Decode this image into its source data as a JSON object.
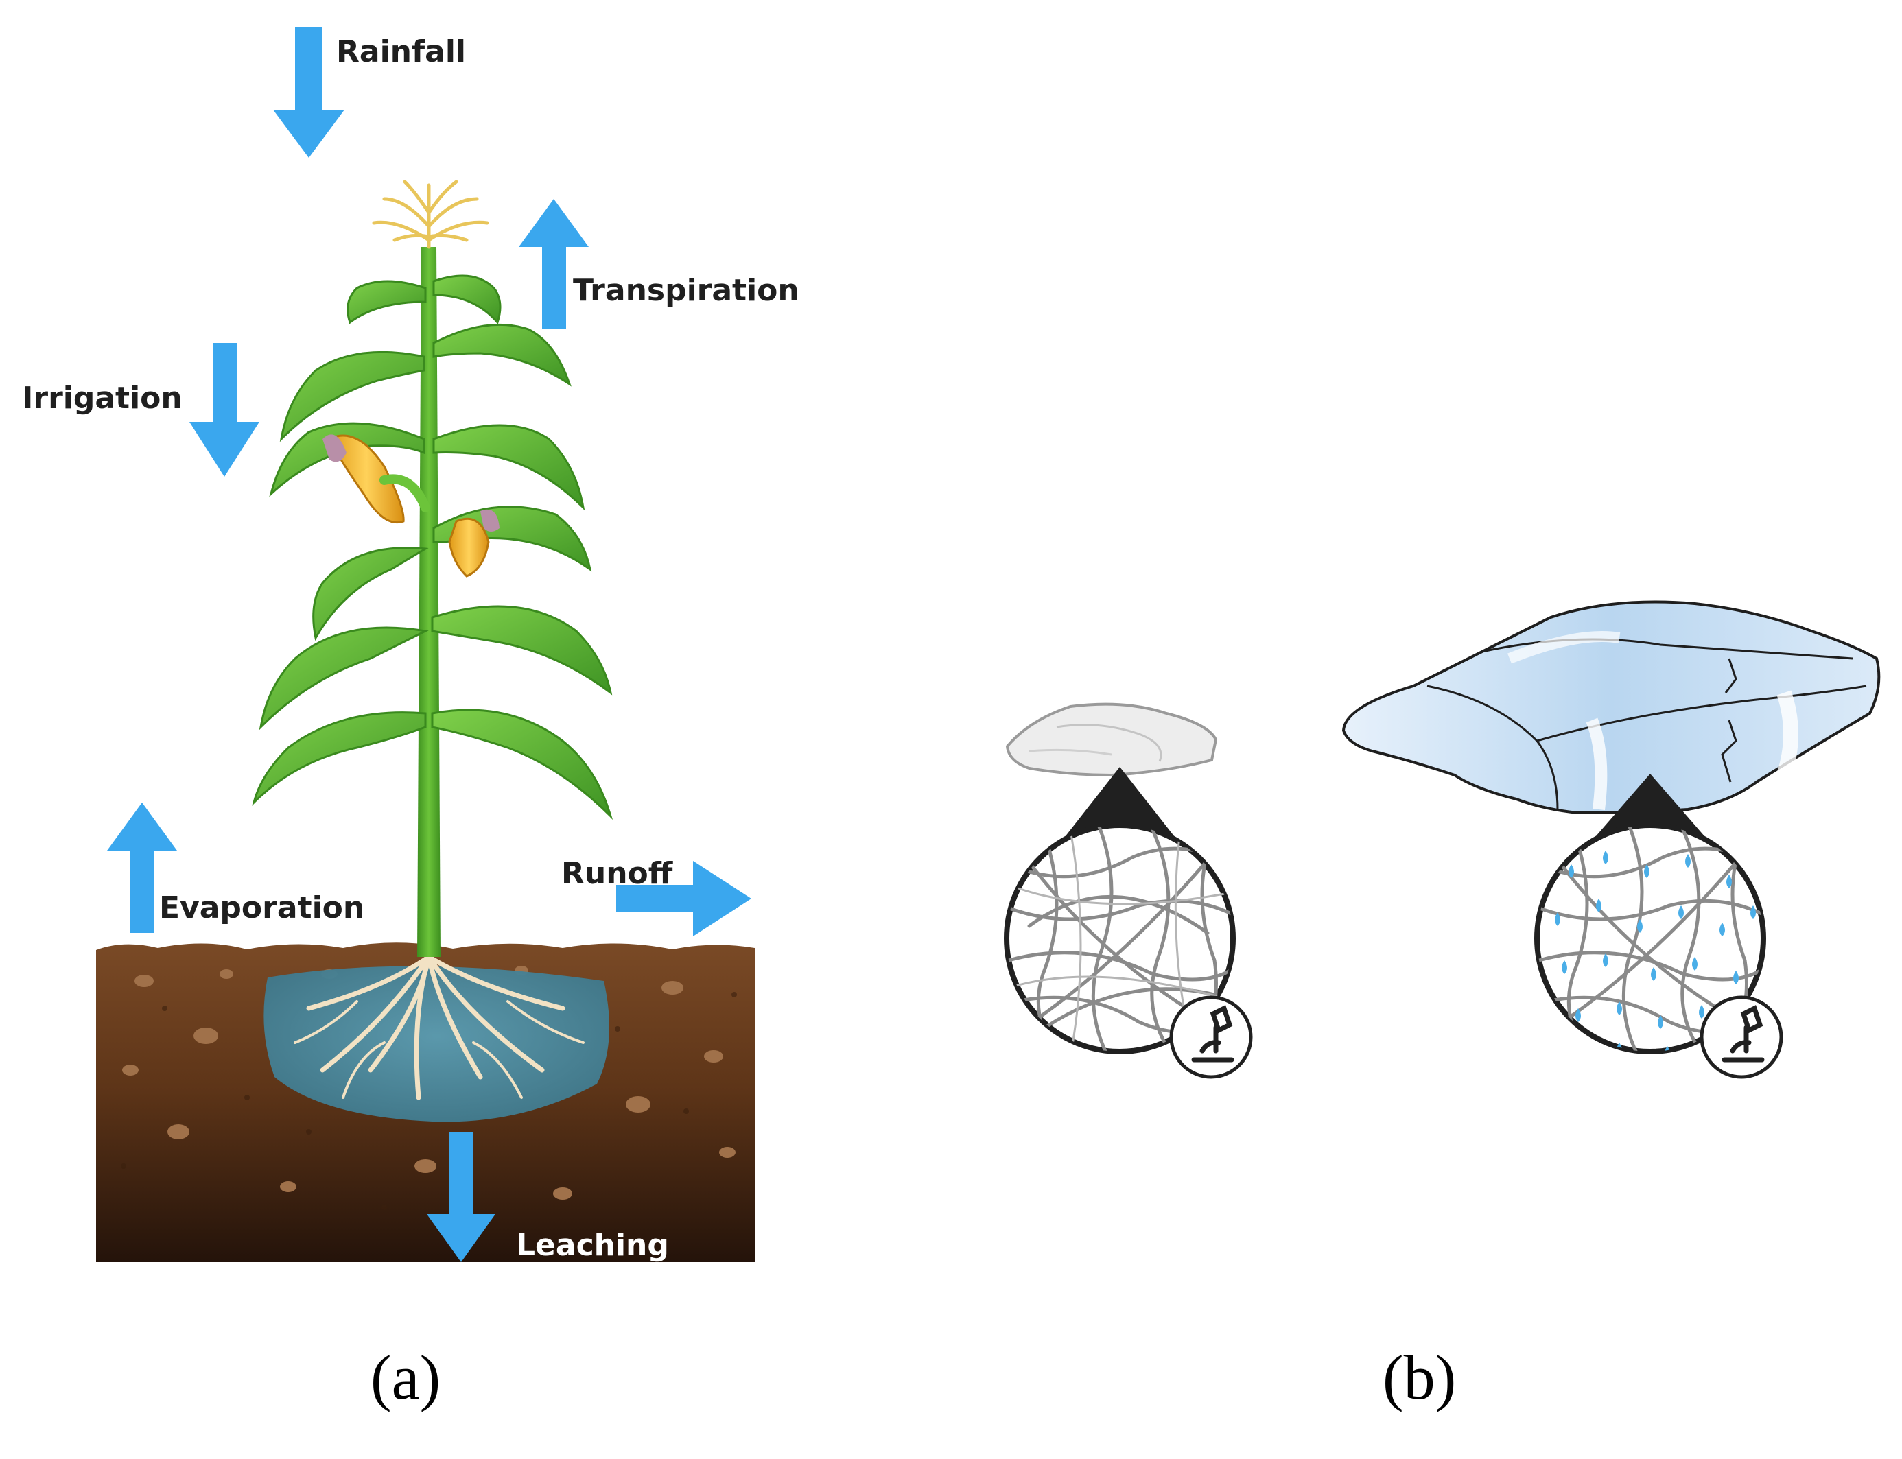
{
  "panel_a": {
    "labels": {
      "rainfall": "Rainfall",
      "transpiration": "Transpiration",
      "irrigation": "Irrigation",
      "evaporation": "Evaporation",
      "runoff": "Runoff",
      "leaching": "Leaching"
    },
    "caption": "(a)"
  },
  "panel_b": {
    "caption": "(b)"
  },
  "colors": {
    "arrow": "#3aa7ee",
    "leaf": "#5cb82e",
    "leaf_dark": "#3d8f1f",
    "soil_top": "#7a4a26",
    "soil_bottom": "#2b170a",
    "water_pool": "#4f8ea4",
    "corn": "#f2b632",
    "tassel": "#f3dd7c",
    "gel_dry": "#e6e6e6",
    "gel_swollen": "#cfe3f5",
    "water_drop": "#4aaee8"
  },
  "icons": {
    "microscope_dry": "microscope-icon",
    "microscope_swollen": "microscope-icon"
  }
}
